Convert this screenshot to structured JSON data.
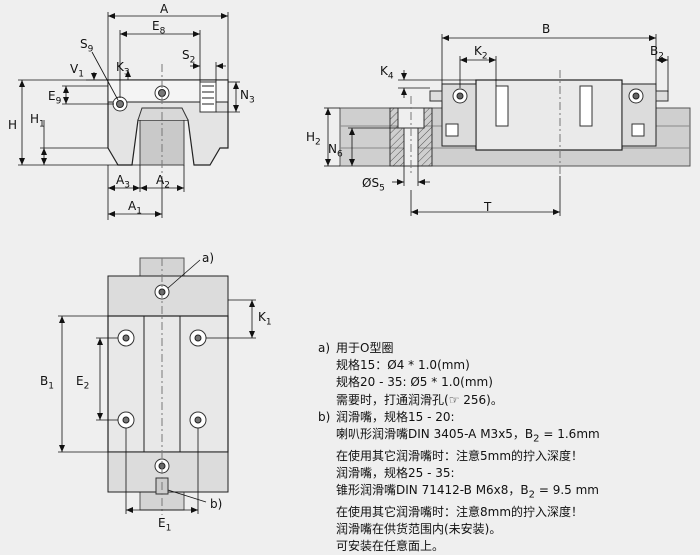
{
  "labels": {
    "A": "A",
    "E8": "E",
    "E8_sub": "8",
    "S9": "S",
    "S9_sub": "9",
    "V1": "V",
    "V1_sub": "1",
    "K3": "K",
    "K3_sub": "3",
    "S2": "S",
    "S2_sub": "2",
    "E9": "E",
    "E9_sub": "9",
    "N3": "N",
    "N3_sub": "3",
    "H": "H",
    "H1": "H",
    "H1_sub": "1",
    "A3": "A",
    "A3_sub": "3",
    "A2": "A",
    "A2_sub": "2",
    "A1": "A",
    "A1_sub": "1",
    "B": "B",
    "K2": "K",
    "K2_sub": "2",
    "B2": "B",
    "B2_sub": "2",
    "K4": "K",
    "K4_sub": "4",
    "H2": "H",
    "H2_sub": "2",
    "N6": "N",
    "N6_sub": "6",
    "S5": "ØS",
    "S5_sub": "5",
    "T": "T",
    "a": "a)",
    "b": "b)",
    "K1": "K",
    "K1_sub": "1",
    "B1": "B",
    "B1_sub": "1",
    "E2": "E",
    "E2_sub": "2",
    "E1": "E",
    "E1_sub": "1"
  },
  "notes": {
    "a_tag": "a)",
    "a_line1": "用于O型圈",
    "a_line2": "规格15：Ø4 * 1.0(mm)",
    "a_line3": "规格20 - 35: Ø5 * 1.0(mm)",
    "a_line4_pre": "需要时，打通润滑孔(",
    "a_line4_ref": "☞",
    "a_line4_post": " 256)。",
    "b_tag": "b)",
    "b_line1": "润滑嘴，规格15 - 20:",
    "b_line2": "喇叭形润滑嘴DIN 3405-A M3x5，B",
    "b_line2_sub": "2",
    "b_line2_post": " = 1.6mm",
    "b_line3": "在使用其它润滑嘴时：注意5mm的拧入深度！",
    "b_line4": "润滑嘴，规格25 - 35:",
    "b_line5": "锥形润滑嘴DIN 71412-B M6x8，B",
    "b_line5_sub": "2",
    "b_line5_post": " = 9.5 mm",
    "b_line6": "在使用其它润滑嘴时：注意8mm的拧入深度！",
    "b_line7": "润滑嘴在供货范围内(未安装)。",
    "b_line8": "可安装在任意面上。"
  }
}
